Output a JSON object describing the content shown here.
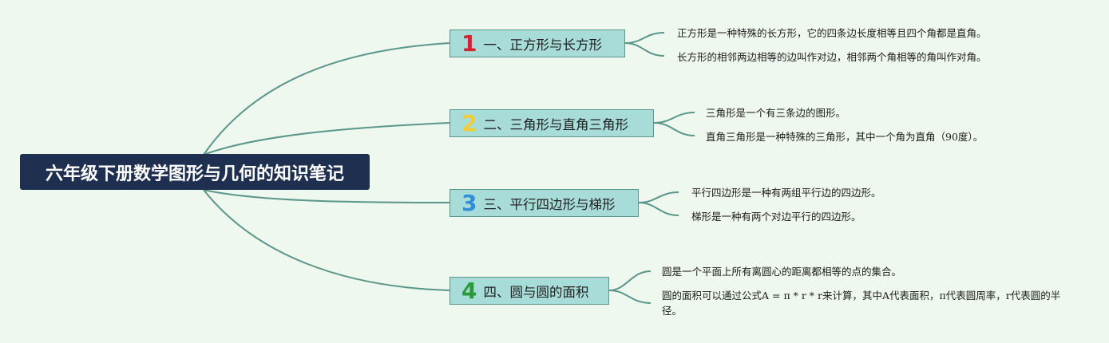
{
  "root": {
    "title": "六年级下册数学图形与几何的知识笔记"
  },
  "branches": [
    {
      "number": "1",
      "number_color": "#d3252f",
      "title": "一、正方形与长方形",
      "leaves": [
        "正方形是一种特殊的长方形，它的四条边长度相等且四个角都是直角。",
        "长方形的相邻两边相等的边叫作对边，相邻两个角相等的角叫作对角。"
      ]
    },
    {
      "number": "2",
      "number_color": "#f0cc35",
      "title": "二、三角形与直角三角形",
      "leaves": [
        "三角形是一个有三条边的图形。",
        "直角三角形是一种特殊的三角形，其中一个角为直角（90度）。"
      ]
    },
    {
      "number": "3",
      "number_color": "#2f8fd8",
      "title": "三、平行四边形与梯形",
      "leaves": [
        "平行四边形是一种有两组平行边的四边形。",
        "梯形是一种有两个对边平行的四边形。"
      ]
    },
    {
      "number": "4",
      "number_color": "#2a9a3a",
      "title": "四、圆与圆的面积",
      "leaves": [
        "圆是一个平面上所有离圆心的距离都相等的点的集合。",
        "圆的面积可以通过公式A = π * r * r来计算，其中A代表面积，π代表圆周率，r代表圆的半径。"
      ]
    }
  ],
  "colors": {
    "background": "#eff8ee",
    "root_fill": "#1f2f4f",
    "branch_fill": "#a8dcd8",
    "line": "#5b968a"
  }
}
